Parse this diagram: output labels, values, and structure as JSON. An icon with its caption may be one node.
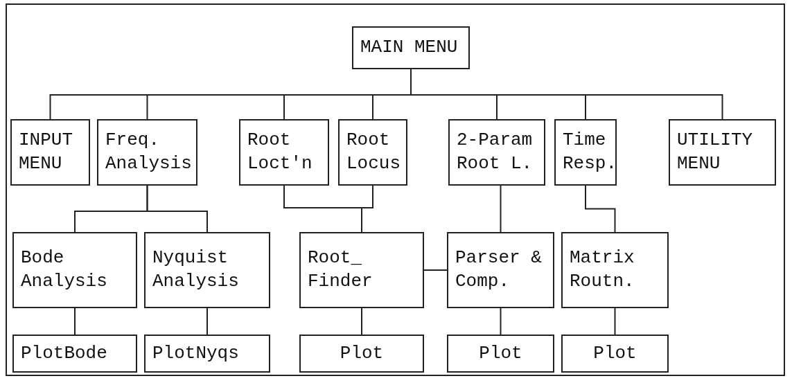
{
  "diagram": {
    "nodes": [
      {
        "text": [
          "MAIN MENU"
        ]
      },
      {
        "text": [
          "INPUT MENU"
        ]
      },
      {
        "text": [
          "Freq. Analysis"
        ]
      },
      {
        "text": [
          "Root Loct'n"
        ]
      },
      {
        "text": [
          "Root Locus"
        ]
      },
      {
        "text": [
          "2-Param Root L."
        ]
      },
      {
        "text": [
          "Time Resp."
        ]
      },
      {
        "text": [
          "UTILITY MENU"
        ]
      },
      {
        "text": [
          "Bode Analysis"
        ]
      },
      {
        "text": [
          "Nyquist Analysis"
        ]
      },
      {
        "text": [
          "Root_ Finder"
        ]
      },
      {
        "text": [
          "Parser & Comp."
        ]
      },
      {
        "text": [
          "Matrix Routn."
        ]
      },
      {
        "text": [
          "PlotBode"
        ]
      },
      {
        "text": [
          "PlotNyqs"
        ]
      },
      {
        "text": [
          "Plot"
        ]
      },
      {
        "text": [
          "Plot"
        ]
      },
      {
        "text": [
          "Plot"
        ]
      }
    ],
    "edges": [
      {
        "from": 0,
        "to": 1,
        "arrow": "none"
      },
      {
        "from": 0,
        "to": 2,
        "arrow": "none"
      },
      {
        "from": 0,
        "to": 3,
        "arrow": "none"
      },
      {
        "from": 0,
        "to": 4,
        "arrow": "none"
      },
      {
        "from": 0,
        "to": 5,
        "arrow": "none"
      },
      {
        "from": 0,
        "to": 6,
        "arrow": "none"
      },
      {
        "from": 0,
        "to": 7,
        "arrow": "none"
      },
      {
        "from": 2,
        "to": 8,
        "arrow": "none"
      },
      {
        "from": 2,
        "to": 9,
        "arrow": "none"
      },
      {
        "from": 3,
        "to": 10,
        "arrow": "none"
      },
      {
        "from": 4,
        "to": 10,
        "arrow": "none"
      },
      {
        "from": 5,
        "to": 11,
        "arrow": "none"
      },
      {
        "from": 10,
        "to": 11,
        "arrow": "none"
      },
      {
        "from": 6,
        "to": 12,
        "arrow": "none"
      },
      {
        "from": 8,
        "to": 13,
        "arrow": "none"
      },
      {
        "from": 9,
        "to": 14,
        "arrow": "none"
      },
      {
        "from": 10,
        "to": 15,
        "arrow": "none"
      },
      {
        "from": 11,
        "to": 16,
        "arrow": "none"
      },
      {
        "from": 12,
        "to": 17,
        "arrow": "none"
      }
    ]
  }
}
